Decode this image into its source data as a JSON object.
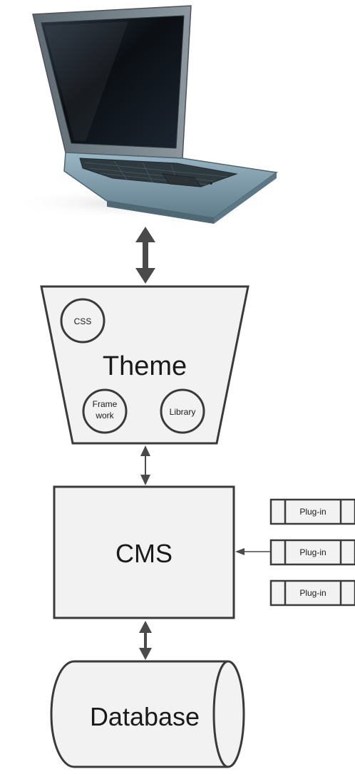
{
  "theme": {
    "label": "Theme",
    "css_label": "CSS",
    "framework_label_line1": "Frame",
    "framework_label_line2": "work",
    "library_label": "Library"
  },
  "cms": {
    "label": "CMS"
  },
  "plugins": [
    {
      "label": "Plug-in"
    },
    {
      "label": "Plug-in"
    },
    {
      "label": "Plug-in"
    }
  ],
  "database": {
    "label": "Database"
  },
  "colors": {
    "box_fill": "#f2f2f2",
    "stroke": "#3a3a3a",
    "laptop_body": "#7f9aa8",
    "laptop_screen": "#0d1117"
  }
}
